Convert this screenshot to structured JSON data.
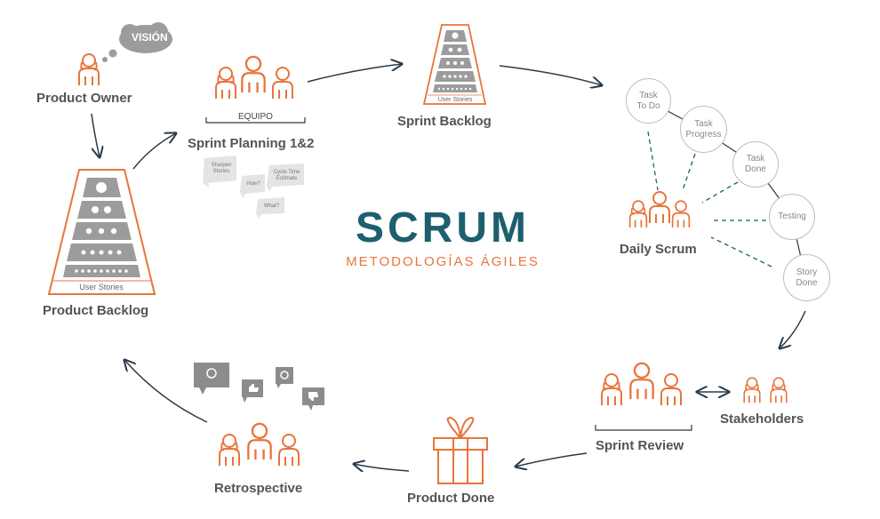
{
  "diagram": {
    "product_owner": "Product Owner",
    "vision": "VISIÓN",
    "product_backlog": "Product Backlog",
    "product_backlog_user_stories": "User Stories",
    "equipo": "EQUIPO",
    "sprint_planning": "Sprint Planning 1&2",
    "sprint_backlog": "Sprint Backlog",
    "sprint_backlog_user_stories": "User Stories",
    "planning_bubbles": {
      "sharpen": "Sharpen\nStories",
      "how": "How?",
      "cycle": "Cycle Time\nEstimate",
      "what": "What?"
    },
    "scrum_title": "SCRUM",
    "scrum_subtitle": "METODOLOGÍAS ÁGILES",
    "daily_scrum": "Daily Scrum",
    "states": {
      "todo": "Task\nTo Do",
      "progress": "Task\nProgress",
      "done": "Task\nDone",
      "testing": "Testing",
      "story_done": "Story\nDone"
    },
    "sprint_review": "Sprint Review",
    "stakeholders": "Stakeholders",
    "product_done": "Product Done",
    "retrospective": "Retrospective"
  },
  "colors": {
    "orange": "#e8743b",
    "teal": "#1c5f6f",
    "dark_line": "#2b3a4a",
    "gray_fill": "#9c9c9c",
    "label_gray": "#545454",
    "circle_border": "#bdbdbd"
  }
}
